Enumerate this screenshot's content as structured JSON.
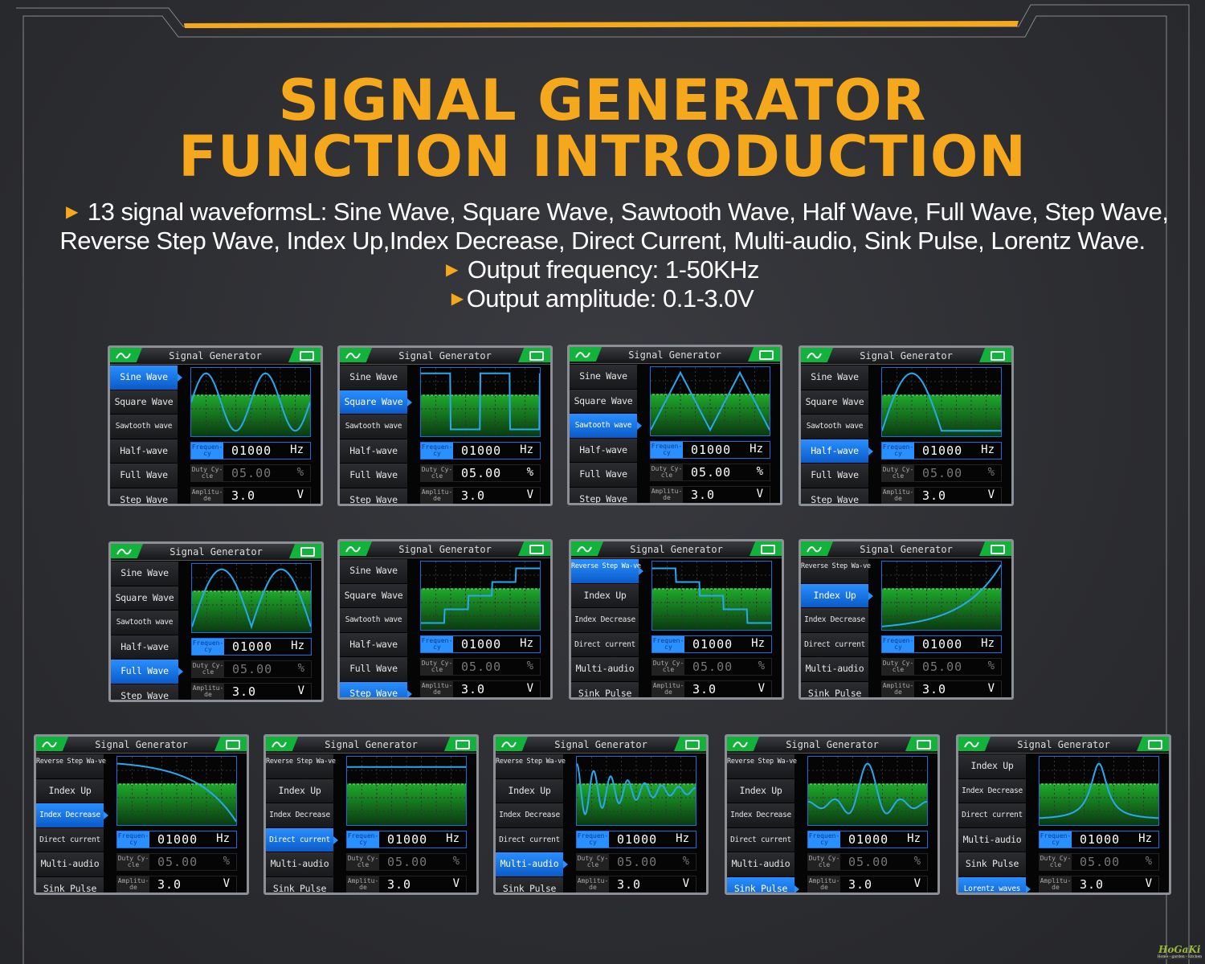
{
  "title_line1": "SIGNAL GENERATOR",
  "title_line2": "FUNCTION INTRODUCTION",
  "bullets": [
    "13 signal waveformsL: Sine Wave, Square Wave, Sawtooth Wave, Half Wave, Full Wave, Step Wave,",
    "Reverse Step Wave, Index Up,Index Decrease, Direct Current, Multi-audio, Sink Pulse, Lorentz Wave.",
    "Output frequency: 1-50KHz",
    "Output amplitude: 0.1-3.0V"
  ],
  "bullet_icon": "triangle-right-icon",
  "logo": {
    "name": "HoGaKi",
    "tagline": "Home - garden - kitchen"
  },
  "colors": {
    "accent": "#f5a81c",
    "select": "#2a8fff",
    "green": "#11b33b"
  },
  "screen": {
    "title": "Signal Generator",
    "freq_label": "Frequen-cy",
    "freq_value": "01000",
    "freq_unit": "Hz",
    "duty_label": "Duty Cy-cle",
    "duty_value": "05.00",
    "duty_unit": "%",
    "amp_label": "Amplitu-de",
    "amp_value": "3.0",
    "amp_unit": "V"
  },
  "menus": {
    "A": [
      "Sine Wave",
      "Square Wave",
      "Sawtooth wave",
      "Half-wave",
      "Full Wave",
      "Step Wave"
    ],
    "B": [
      "Reverse Step Wa-ve",
      "Index Up",
      "Index Decrease",
      "Direct current",
      "Multi-audio",
      "Sink Pulse"
    ],
    "C": [
      "Index Up",
      "Index Decrease",
      "Direct current",
      "Multi-audio",
      "Sink Pulse",
      "Lorentz waves"
    ]
  },
  "panels": [
    {
      "menu": "A",
      "selected": 0,
      "wave": "sine",
      "duty_active": false
    },
    {
      "menu": "A",
      "selected": 1,
      "wave": "square",
      "duty_active": true
    },
    {
      "menu": "A",
      "selected": 2,
      "wave": "sawtooth",
      "duty_active": true
    },
    {
      "menu": "A",
      "selected": 3,
      "wave": "half",
      "duty_active": false
    },
    {
      "menu": "A",
      "selected": 4,
      "wave": "full",
      "duty_active": false
    },
    {
      "menu": "A",
      "selected": 5,
      "wave": "step",
      "duty_active": false
    },
    {
      "menu": "B",
      "selected": 0,
      "wave": "revstep",
      "duty_active": false
    },
    {
      "menu": "B",
      "selected": 1,
      "wave": "indexup",
      "duty_active": false
    },
    {
      "menu": "B",
      "selected": 2,
      "wave": "indexdown",
      "duty_active": false
    },
    {
      "menu": "B",
      "selected": 3,
      "wave": "dc",
      "duty_active": false
    },
    {
      "menu": "B",
      "selected": 4,
      "wave": "multiaudio",
      "duty_active": false
    },
    {
      "menu": "B",
      "selected": 5,
      "wave": "sinc",
      "duty_active": false
    },
    {
      "menu": "C",
      "selected": 5,
      "wave": "lorentz",
      "duty_active": false
    }
  ]
}
